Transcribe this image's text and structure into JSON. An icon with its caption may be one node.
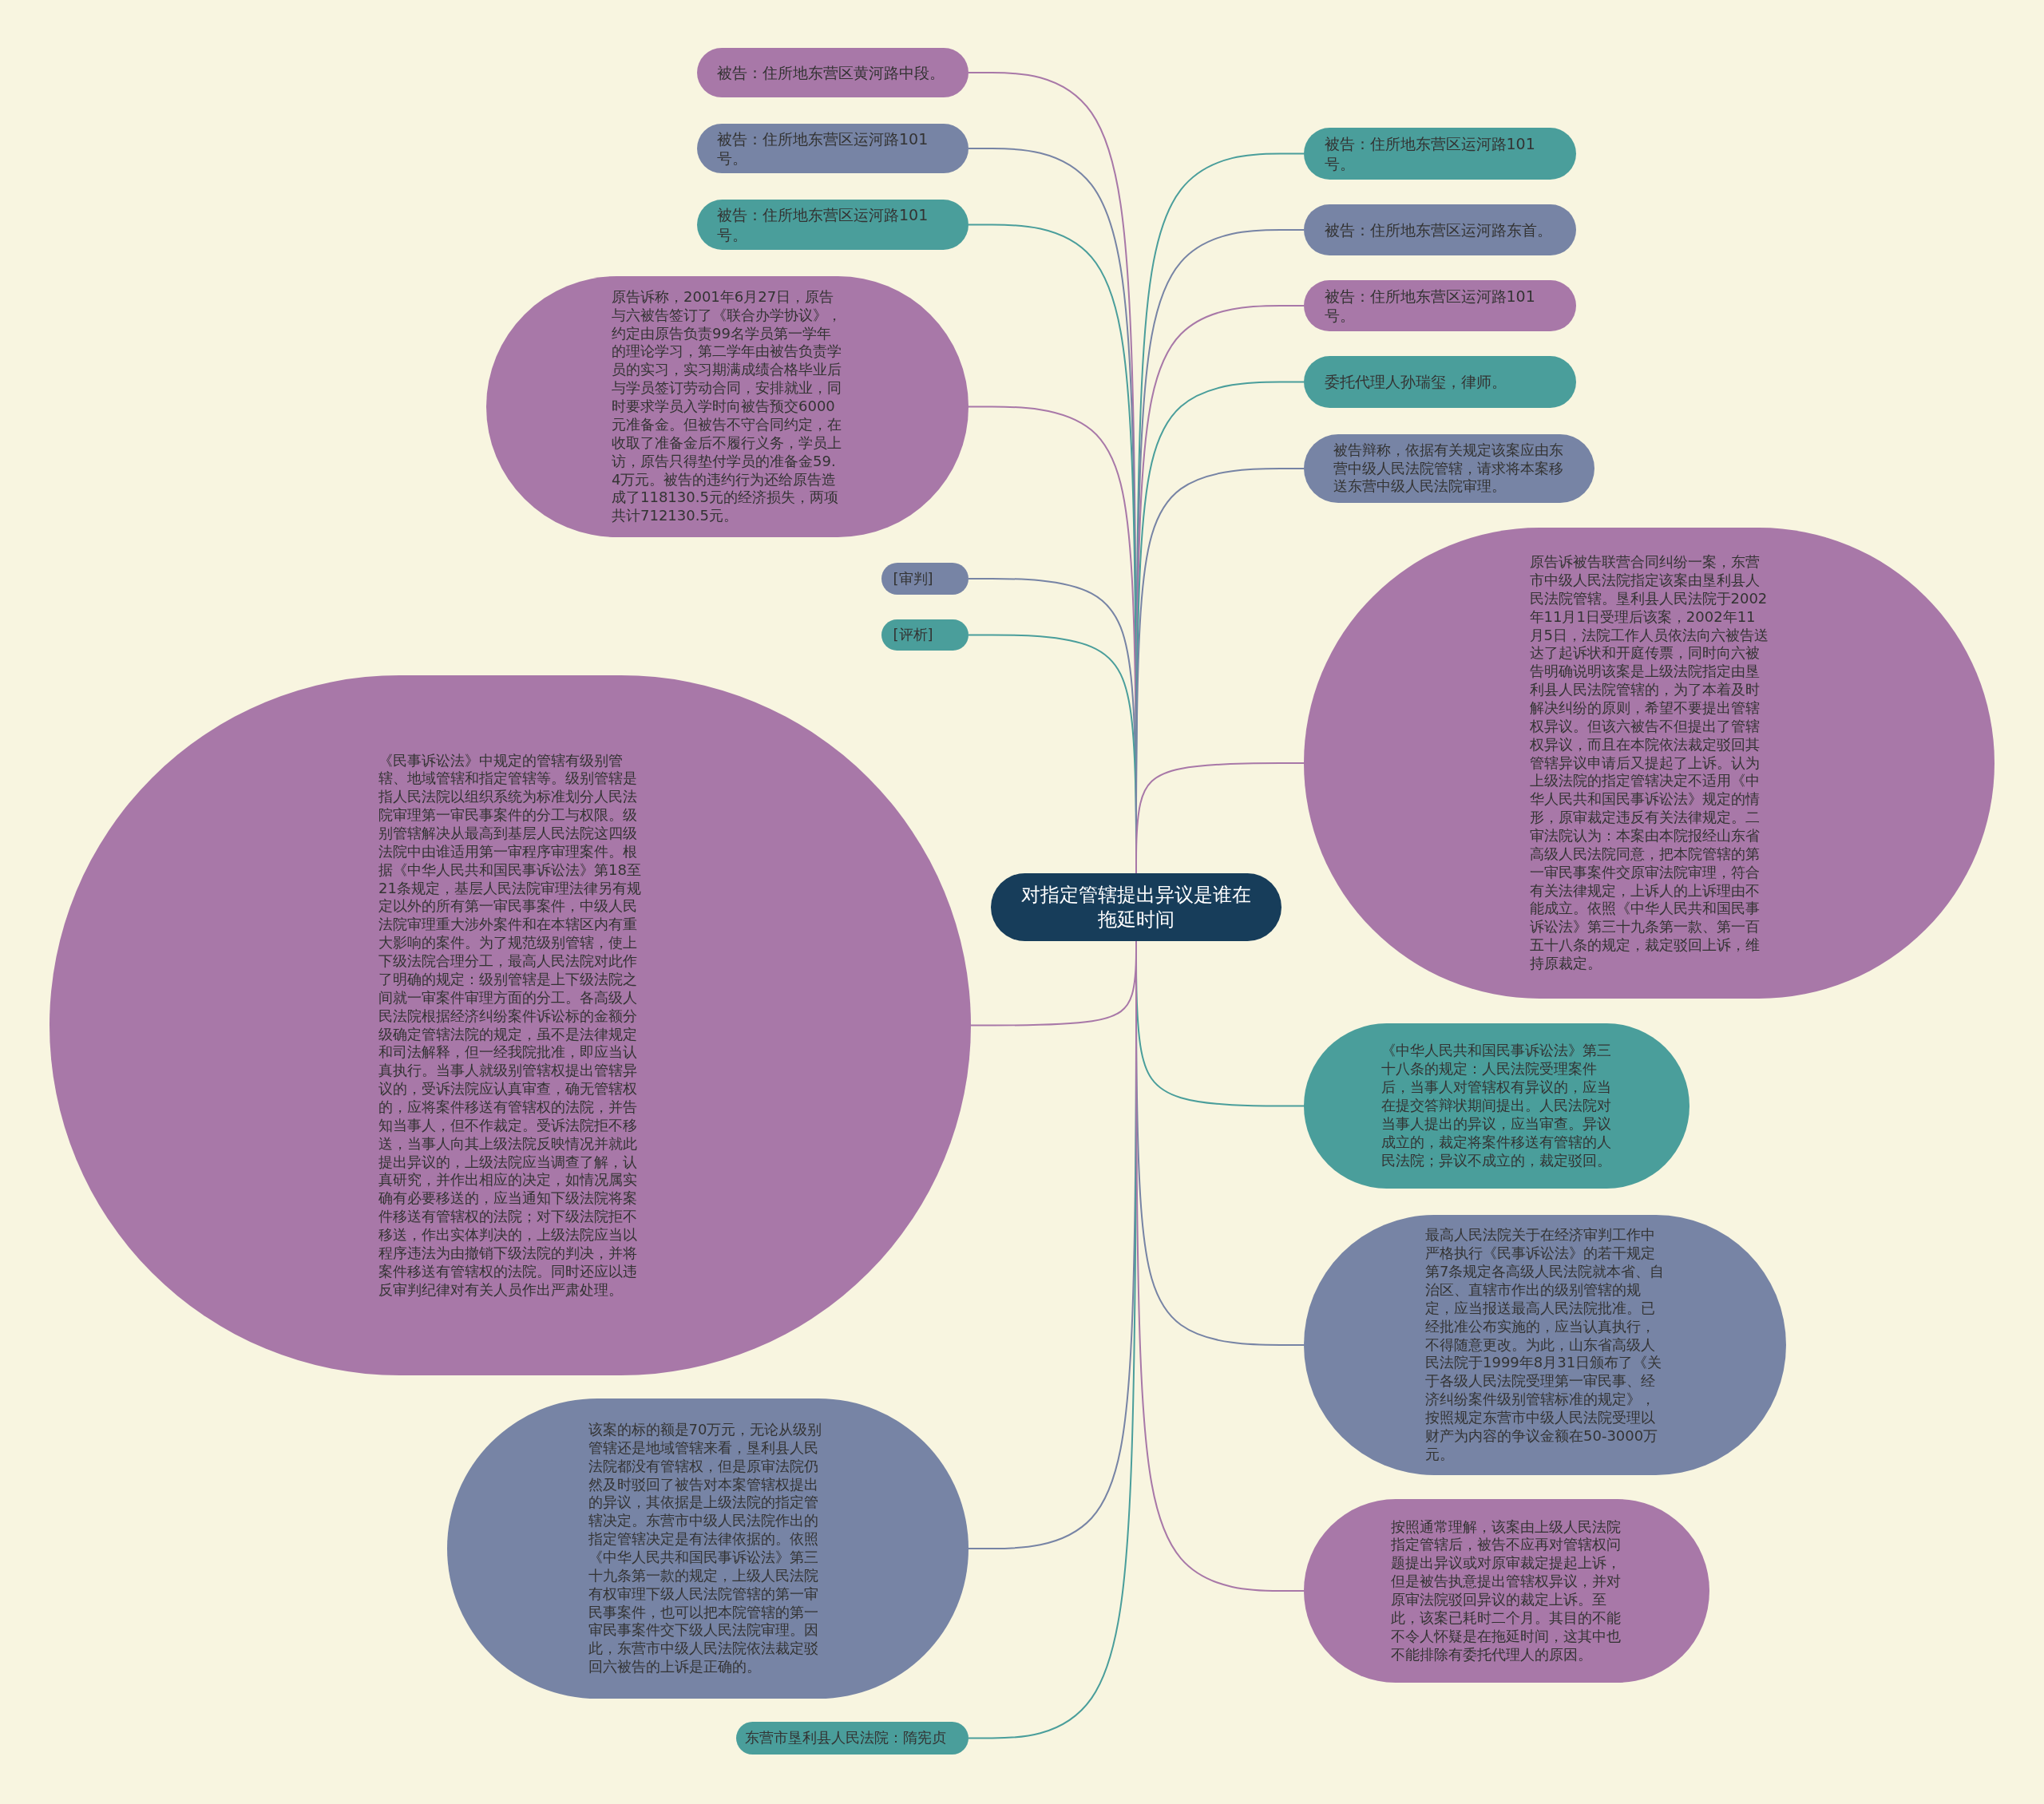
{
  "diagram": {
    "nodes": [
      {
        "text": [
          "对指定管辖提出异议是谁在拖延时间"
        ]
      },
      {
        "text": [
          "被告：住所地东营区黄河路中段。"
        ]
      },
      {
        "text": [
          "被告：住所地东营区运河路101号。"
        ]
      },
      {
        "text": [
          "被告：住所地东营区运河路101号。"
        ]
      },
      {
        "text": [
          "原告诉称，2001年6月27日，原告与六被告签订了《联合办学协议》，约定由原告负责99名学员第一学年的理论学习，第二学年由被告负责学员的实习，实习期满成绩合格毕业后与学员签订劳动合同，安排就业，同时要求学员入学时向被告预交6000元准备金。但被告不守合同约定，在收取了准备金后不履行义务，学员上访，原告只得垫付学员的准备金59.4万元。被告的违约行为还给原告造成了118130.5元的经济损失，两项共计712130.5元。"
        ]
      },
      {
        "text": [
          "[审判]"
        ]
      },
      {
        "text": [
          "[评析]"
        ]
      },
      {
        "text": [
          "《民事诉讼法》中规定的管辖有级别管辖、地域管辖和指定管辖等。级别管辖是指人民法院以组织系统为标准划分人民法院审理第一审民事案件的分工与权限。级别管辖解决从最高到基层人民法院这四级法院中由谁适用第一审程序审理案件。根据《中华人民共和国民事诉讼法》第18至21条规定，基层人民法院审理法律另有规定以外的所有第一审民事案件，中级人民法院审理重大涉外案件和在本辖区内有重大影响的案件。为了规范级别管辖，使上下级法院合理分工，最高人民法院对此作了明确的规定：级别管辖是上下级法院之间就一审案件审理方面的分工。各高级人民法院根据经济纠纷案件诉讼标的金额分级确定管辖法院的规定，虽不是法律规定和司法解释，但一经我院批准，即应当认真执行。当事人就级别管辖权提出管辖异议的，受诉法院应认真审查，确无管辖权的，应将案件移送有管辖权的法院，并告知当事人，但不作裁定。受诉法院拒不移送，当事人向其上级法院反映情况并就此提出异议的，上级法院应当调查了解，认真研究，并作出相应的决定，如情况属实确有必要移送的，应当通知下级法院将案件移送有管辖权的法院；对下级法院拒不移送，作出实体判决的，上级法院应当以程序违法为由撤销下级法院的判决，并将案件移送有管辖权的法院。同时还应以违反审判纪律对有关人员作出严肃处理。"
        ]
      },
      {
        "text": [
          "该案的标的额是70万元，无论从级别管辖还是地域管辖来看，垦利县人民法院都没有管辖权，但是原审法院仍然及时驳回了被告对本案管辖权提出的异议，其依据是上级法院的指定管辖决定。东营市中级人民法院作出的指定管辖决定是有法律依据的。依照《中华人民共和国民事诉讼法》第三十九条第一款的规定，上级人民法院有权审理下级人民法院管辖的第一审民事案件，也可以把本院管辖的第一审民事案件交下级人民法院审理。因此，东营市中级人民法院依法裁定驳回六被告的上诉是正确的。"
        ]
      },
      {
        "text": [
          "东营市垦利县人民法院：隋宪贞"
        ]
      },
      {
        "text": [
          "被告：住所地东营区运河路101号。"
        ]
      },
      {
        "text": [
          "被告：住所地东营区运河路东首。"
        ]
      },
      {
        "text": [
          "被告：住所地东营区运河路101号。"
        ]
      },
      {
        "text": [
          "委托代理人孙瑞玺，律师。"
        ]
      },
      {
        "text": [
          "被告辩称，依据有关规定该案应由东营中级人民法院管辖，请求将本案移送东营中级人民法院审理。"
        ]
      },
      {
        "text": [
          "原告诉被告联营合同纠纷一案，东营市中级人民法院指定该案由垦利县人民法院管辖。垦利县人民法院于2002年11月1日受理后该案，2002年11月5日，法院工作人员依法向六被告送达了起诉状和开庭传票，同时向六被告明确说明该案是上级法院指定由垦利县人民法院管辖的，为了本着及时解决纠纷的原则，希望不要提出管辖权异议。但该六被告不但提出了管辖权异议，而且在本院依法裁定驳回其管辖异议申请后又提起了上诉。认为上级法院的指定管辖决定不适用《中华人民共和国民事诉讼法》规定的情形，原审裁定违反有关法律规定。二审法院认为：本案由本院报经山东省高级人民法院同意，把本院管辖的第一审民事案件交原审法院审理，符合有关法律规定，上诉人的上诉理由不能成立。依照《中华人民共和国民事诉讼法》第三十九条第一款、第一百五十八条的规定，裁定驳回上诉，维持原裁定。"
        ]
      },
      {
        "text": [
          "《中华人民共和国民事诉讼法》第三十八条的规定：人民法院受理案件后，当事人对管辖权有异议的，应当在提交答辩状期间提出。人民法院对当事人提出的异议，应当审查。异议成立的，裁定将案件移送有管辖的人民法院；异议不成立的，裁定驳回。"
        ]
      },
      {
        "text": [
          "最高人民法院关于在经济审判工作中严格执行《民事诉讼法》的若干规定第7条规定各高级人民法院就本省、自治区、直辖市作出的级别管辖的规定，应当报送最高人民法院批准。已经批准公布实施的，应当认真执行，不得随意更改。为此，山东省高级人民法院于1999年8月31日颁布了《关于各级人民法院受理第一审民事、经济纠纷案件级别管辖标准的规定》，按照规定东营市中级人民法院受理以财产为内容的争议金额在50-3000万元。"
        ]
      },
      {
        "text": [
          "按照通常理解，该案由上级人民法院指定管辖后，被告不应再对管辖权问题提出异议或对原审裁定提起上诉，但是被告执意提出管辖权异议，并对原审法院驳回异议的裁定上诉。至此，该案已耗时二个月。其目的不能不令人怀疑是在拖延时间，这其中也不能排除有委托代理人的原因。"
        ]
      }
    ],
    "edges": [
      {
        "from": 0,
        "to": 1,
        "arrow": "none",
        "color": "#a878a8"
      },
      {
        "from": 0,
        "to": 2,
        "arrow": "none",
        "color": "#7784a5"
      },
      {
        "from": 0,
        "to": 3,
        "arrow": "none",
        "color": "#4a9e9b"
      },
      {
        "from": 0,
        "to": 4,
        "arrow": "none",
        "color": "#a878a8"
      },
      {
        "from": 0,
        "to": 5,
        "arrow": "none",
        "color": "#7784a5"
      },
      {
        "from": 0,
        "to": 6,
        "arrow": "none",
        "color": "#4a9e9b"
      },
      {
        "from": 0,
        "to": 7,
        "arrow": "none",
        "color": "#a878a8"
      },
      {
        "from": 0,
        "to": 8,
        "arrow": "none",
        "color": "#7784a5"
      },
      {
        "from": 0,
        "to": 9,
        "arrow": "none",
        "color": "#4a9e9b"
      },
      {
        "from": 0,
        "to": 10,
        "arrow": "none",
        "color": "#4a9e9b"
      },
      {
        "from": 0,
        "to": 11,
        "arrow": "none",
        "color": "#7784a5"
      },
      {
        "from": 0,
        "to": 12,
        "arrow": "none",
        "color": "#a878a8"
      },
      {
        "from": 0,
        "to": 13,
        "arrow": "none",
        "color": "#4a9e9b"
      },
      {
        "from": 0,
        "to": 14,
        "arrow": "none",
        "color": "#7784a5"
      },
      {
        "from": 0,
        "to": 15,
        "arrow": "none",
        "color": "#a878a8"
      },
      {
        "from": 0,
        "to": 16,
        "arrow": "none",
        "color": "#4a9e9b"
      },
      {
        "from": 0,
        "to": 17,
        "arrow": "none",
        "color": "#7784a5"
      },
      {
        "from": 0,
        "to": 18,
        "arrow": "none",
        "color": "#a878a8"
      }
    ]
  }
}
